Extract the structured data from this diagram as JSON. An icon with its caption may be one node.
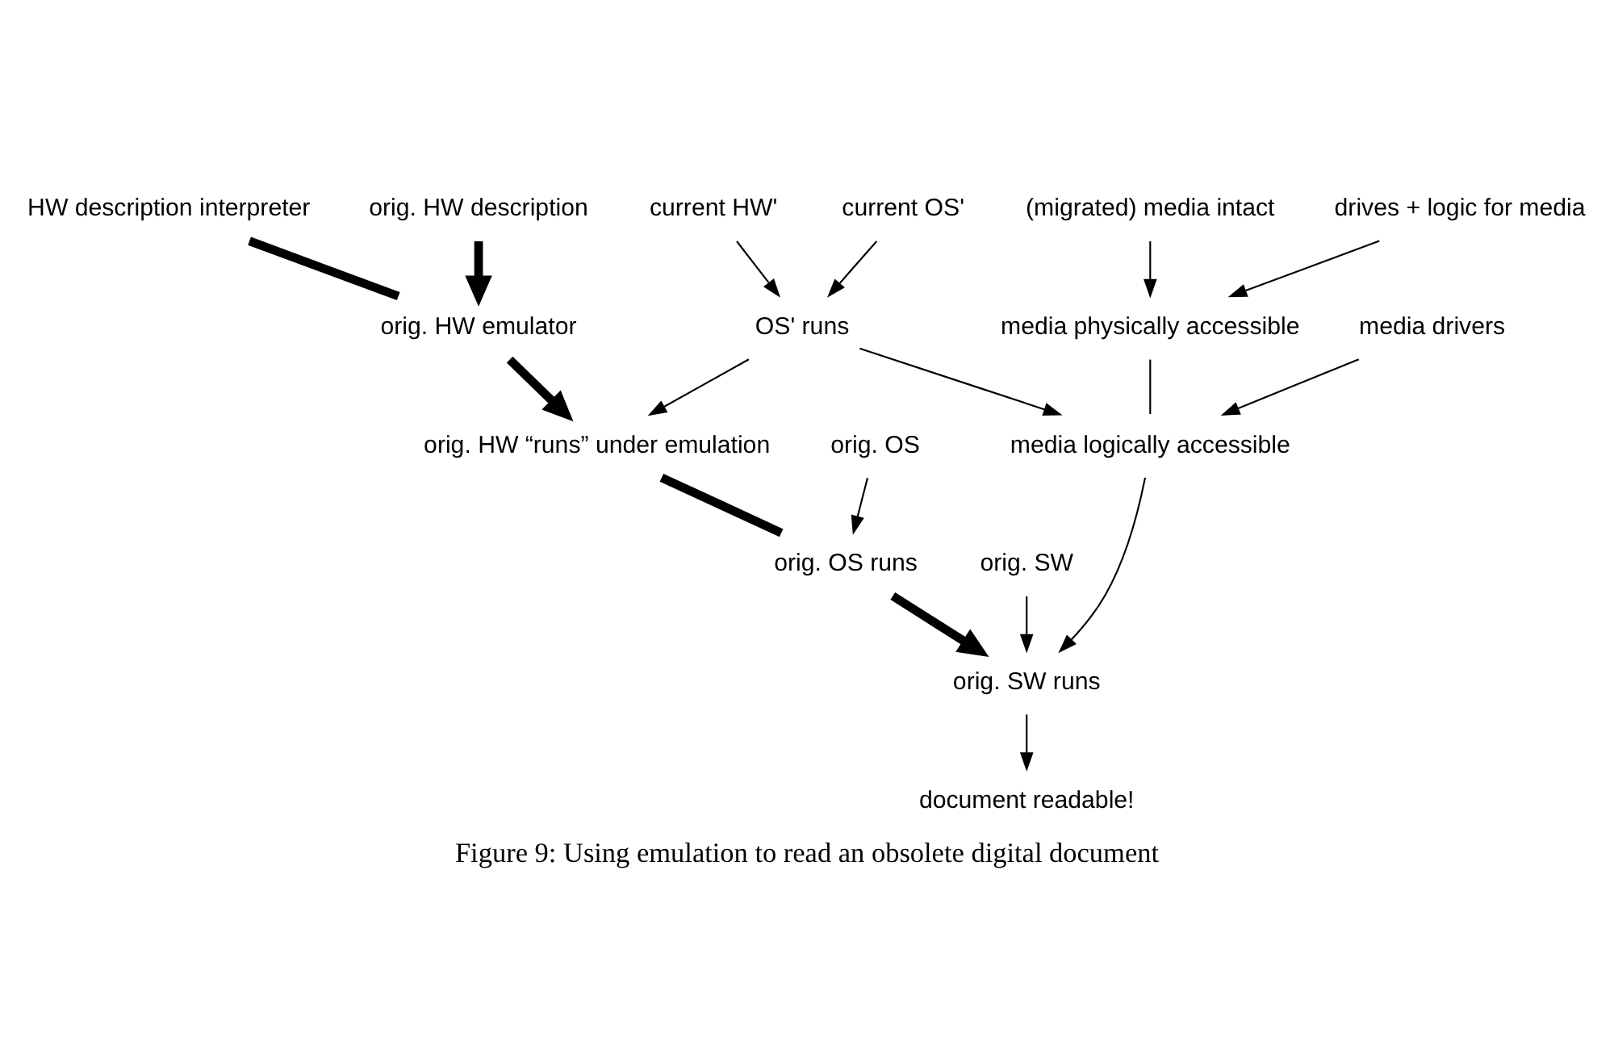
{
  "diagram": {
    "caption": "Figure 9: Using emulation to read an obsolete digital document",
    "nodes": [
      {
        "text": [
          "HW description interpreter"
        ]
      },
      {
        "text": [
          "orig. HW description"
        ]
      },
      {
        "text": [
          "current HW'"
        ]
      },
      {
        "text": [
          "current OS'"
        ]
      },
      {
        "text": [
          "(migrated) media intact"
        ]
      },
      {
        "text": [
          "drives + logic for media"
        ]
      },
      {
        "text": [
          "OS' runs"
        ]
      },
      {
        "text": [
          "orig. HW emulator"
        ]
      },
      {
        "text": [
          "media physically accessible"
        ]
      },
      {
        "text": [
          "orig. HW “runs” under emulation"
        ]
      },
      {
        "text": [
          "orig. OS"
        ]
      },
      {
        "text": [
          "media drivers"
        ]
      },
      {
        "text": [
          "orig. OS runs"
        ]
      },
      {
        "text": [
          "orig. SW"
        ]
      },
      {
        "text": [
          "media logically accessible"
        ]
      },
      {
        "text": [
          "orig. SW runs"
        ]
      },
      {
        "text": [
          "document readable!"
        ]
      }
    ],
    "edges": [
      {
        "from": 0,
        "to": 7,
        "arrow": "none",
        "style": "thick"
      },
      {
        "from": 1,
        "to": 7,
        "arrow": "to",
        "style": "thick"
      },
      {
        "from": 2,
        "to": 6,
        "arrow": "to"
      },
      {
        "from": 3,
        "to": 6,
        "arrow": "to"
      },
      {
        "from": 4,
        "to": 8,
        "arrow": "to"
      },
      {
        "from": 5,
        "to": 8,
        "arrow": "to"
      },
      {
        "from": 7,
        "to": 9,
        "arrow": "to",
        "style": "thick"
      },
      {
        "from": 6,
        "to": 9,
        "arrow": "to"
      },
      {
        "from": 6,
        "to": 14,
        "arrow": "to"
      },
      {
        "from": 8,
        "to": 14,
        "arrow": "none"
      },
      {
        "from": 11,
        "to": 14,
        "arrow": "to"
      },
      {
        "from": 9,
        "to": 12,
        "arrow": "none",
        "style": "thick"
      },
      {
        "from": 10,
        "to": 12,
        "arrow": "to"
      },
      {
        "from": 12,
        "to": 15,
        "arrow": "to",
        "style": "thick"
      },
      {
        "from": 13,
        "to": 15,
        "arrow": "to"
      },
      {
        "from": 14,
        "to": 15,
        "arrow": "to"
      },
      {
        "from": 15,
        "to": 16,
        "arrow": "to"
      }
    ]
  }
}
